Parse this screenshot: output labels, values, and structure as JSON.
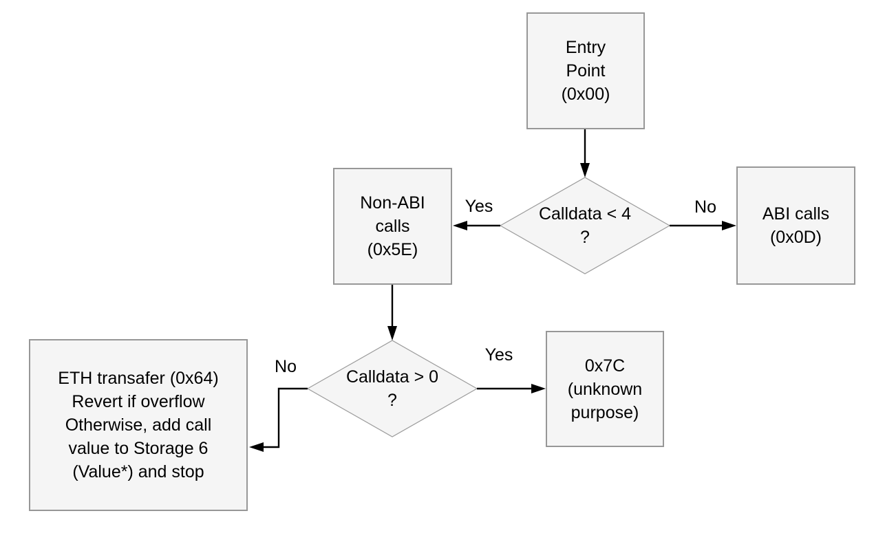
{
  "colors": {
    "background": "#ffffff",
    "node_fill": "#f5f5f5",
    "node_border": "#979797",
    "diamond_border": "#9b9b9b",
    "arrow": "#000000",
    "text": "#000000"
  },
  "nodes": {
    "entry": {
      "label": "Entry\nPoint\n(0x00)"
    },
    "non_abi": {
      "label": "Non-ABI\ncalls\n(0x5E)"
    },
    "abi": {
      "label": "ABI calls\n(0x0D)"
    },
    "x7c": {
      "label": "0x7C\n(unknown\npurpose)"
    },
    "eth": {
      "label": "ETH transafer (0x64)\nRevert if overflow\nOtherwise, add call\nvalue to Storage 6\n(Value*) and stop"
    }
  },
  "decisions": {
    "calldata_lt_4": {
      "label": "Calldata < 4\n?"
    },
    "calldata_gt_0": {
      "label": "Calldata > 0\n?"
    }
  },
  "edge_labels": {
    "lt4_yes": "Yes",
    "lt4_no": "No",
    "gt0_yes": "Yes",
    "gt0_no": "No"
  }
}
